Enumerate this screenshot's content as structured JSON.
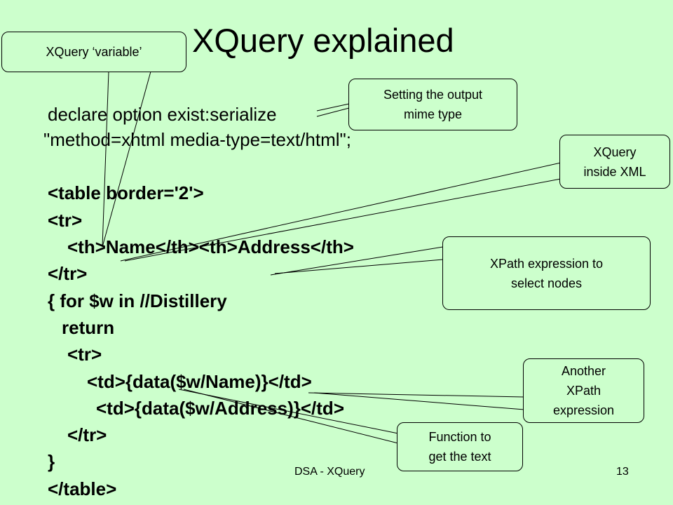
{
  "slide": {
    "title": "XQuery explained",
    "code_lines": [
      "declare option exist:serialize",
      "\"method=xhtml media-type=text/html\";",
      "<table border='2'>",
      "<tr>",
      "<th>Name</th><th>Address</th>",
      "</tr>",
      "{ for $w in //Distillery",
      "return",
      "<tr>",
      "<td>{data($w/Name)}</td>",
      "<td>{data($w/Address)}</td>",
      "</tr>",
      "}",
      "</table>"
    ],
    "callouts": {
      "variable": "XQuery ‘variable’",
      "mime": "Setting the output\nmime type",
      "inside_xml": "XQuery\ninside XML",
      "xpath": "XPath expression to\nselect nodes",
      "another_xpath": "Another\nXPath\nexpression",
      "function_text": "Function to\nget the text"
    },
    "footer": {
      "center": "DSA - XQuery",
      "page_number": "13"
    }
  }
}
